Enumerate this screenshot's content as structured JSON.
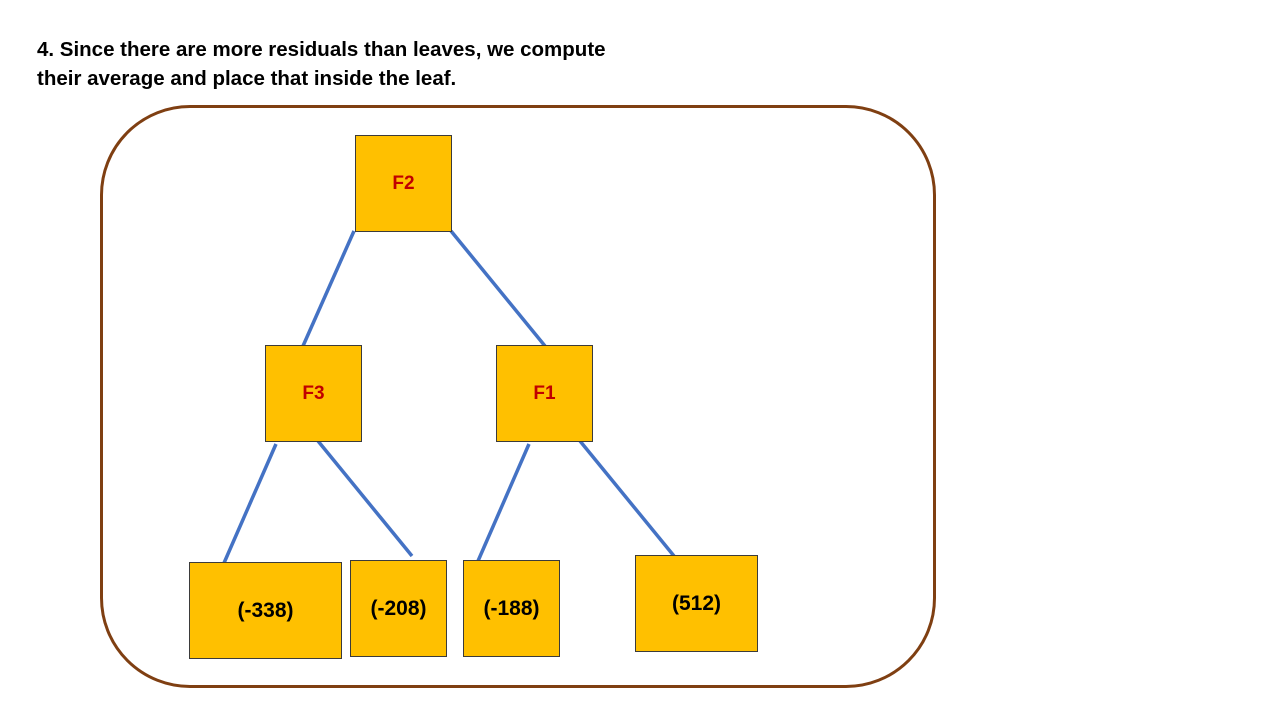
{
  "heading": {
    "line1": "4. Since there are more residuals than leaves, we compute",
    "line2": "their average and place that inside the leaf."
  },
  "tree": {
    "root": {
      "label": "F2"
    },
    "left": {
      "label": "F3"
    },
    "right": {
      "label": "F1"
    },
    "leaves": [
      {
        "label": "(-338)"
      },
      {
        "label": "(-208)"
      },
      {
        "label": "(-188)"
      },
      {
        "label": "(512)"
      }
    ]
  },
  "colors": {
    "node_fill": "#ffc000",
    "split_text": "#c00000",
    "leaf_text": "#000000",
    "edge": "#4472c4",
    "frame_border": "#7f3f12"
  }
}
